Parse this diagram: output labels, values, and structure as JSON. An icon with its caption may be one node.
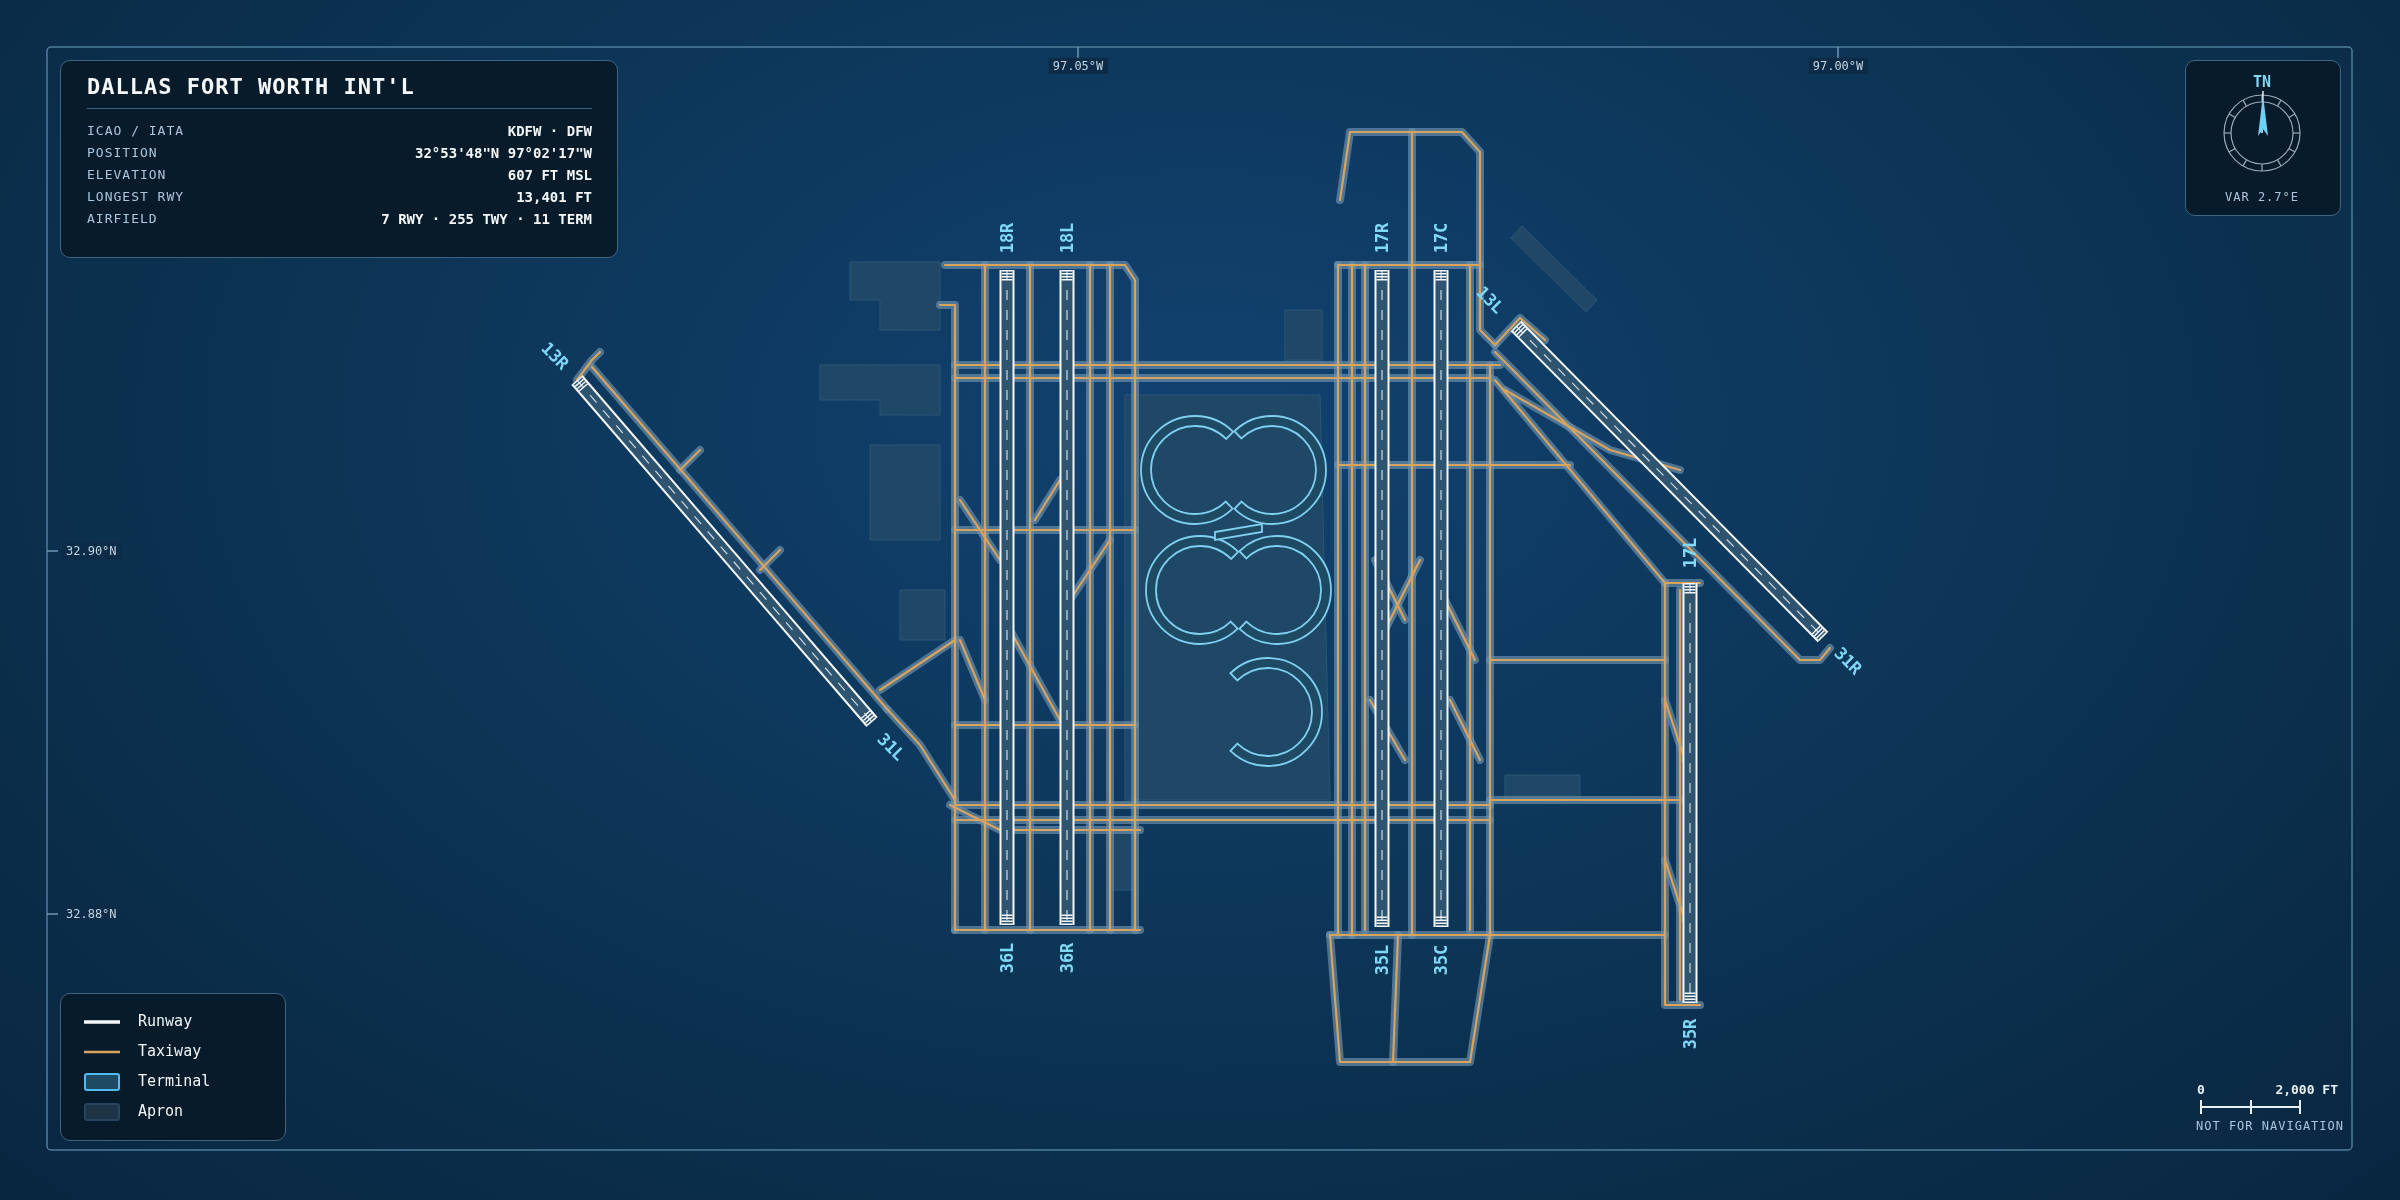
{
  "diagram": {
    "title": "DALLAS FORT WORTH INT'L",
    "labels": [
      "97.05°W",
      "97.00°W",
      "32.90°N",
      "32.88°N",
      "ICAO / IATA",
      "KDFW · DFW",
      "POSITION",
      "32°53'48\"N 97°02'17\"W",
      "ELEVATION",
      "607 FT MSL",
      "LONGEST RWY",
      "13,401 FT",
      "AIRFIELD",
      "7 RWY · 255 TWY · 11 TERM",
      "18R",
      "18L",
      "17R",
      "17C",
      "13L",
      "13R",
      "17L",
      "31R",
      "31L",
      "36L",
      "36R",
      "35L",
      "35C",
      "35R",
      "TN",
      "VAR 2.7°E",
      "0",
      "2,000 FT",
      "NOT FOR NAVIGATION"
    ],
    "legend": [
      {
        "text": "Runway"
      },
      {
        "text": "Taxiway"
      },
      {
        "text": "Terminal",
        "color": "#1f4a63"
      },
      {
        "text": "Apron",
        "color": "#1f3347"
      }
    ]
  }
}
